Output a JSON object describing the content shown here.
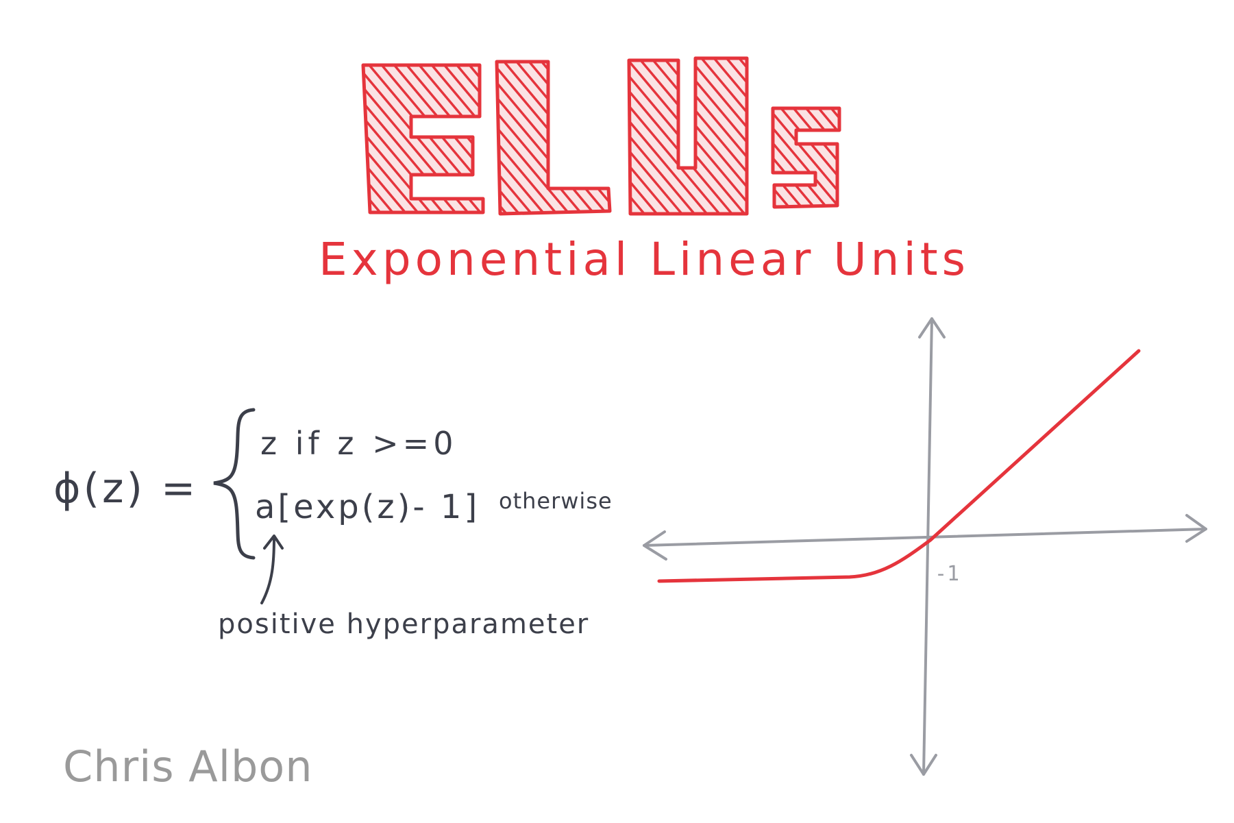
{
  "title": "ELUs",
  "subtitle": "Exponential Linear Units",
  "formula": {
    "lhs": "ϕ(z) =",
    "case1": "z if z >=0",
    "case2": "a[exp(z)- 1]",
    "case2_condition": "otherwise"
  },
  "annotation": "positive hyperparameter",
  "signature": "Chris Albon",
  "plot": {
    "tick_label": "-1",
    "curve_color": "#e5343c",
    "axis_color": "#9a9ca3"
  },
  "colors": {
    "title_red": "#e5343c",
    "ink": "#3c3f4a",
    "signature_gray": "#9a9a9a"
  }
}
